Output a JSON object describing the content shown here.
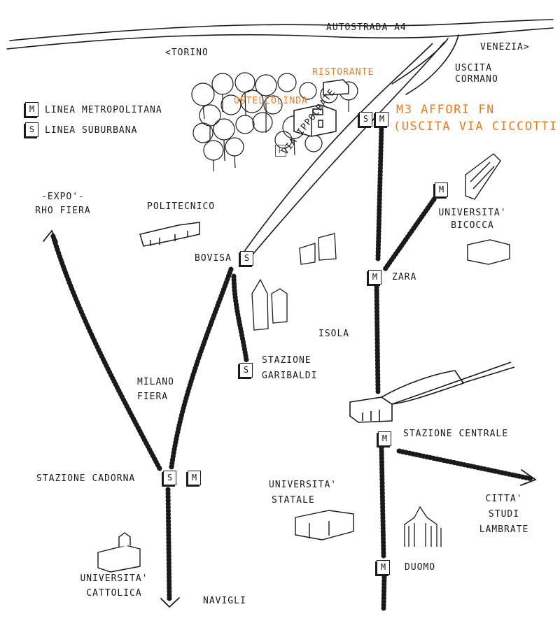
{
  "legend": [
    {
      "badge": "M",
      "label": "LINEA METROPOLITANA"
    },
    {
      "badge": "S",
      "label": "LINEA SUBURBANA"
    }
  ],
  "highway": {
    "name": "AUTOSTRADA A4",
    "left_direction": "<TORINO",
    "right_direction": "VENEZIA>",
    "exit": [
      "USCITA",
      "CORMANO"
    ]
  },
  "venue": {
    "restaurant": "RISTORANTE",
    "hostel": "OSTELLOLINDA",
    "parking": "P"
  },
  "station_highlight": {
    "line1": "M3 AFFORI FN",
    "line2": "(USCITA VIA CICCOTTI)"
  },
  "road": "VIA IPPOCRATE",
  "places": {
    "expo": [
      "-EXPO'-",
      "RHO FIERA"
    ],
    "politecnico": "POLITECNICO",
    "bicocca": [
      "UNIVERSITA'",
      "BICOCCA"
    ],
    "isola": "ISOLA",
    "milano_fiera": [
      "MILANO",
      "FIERA"
    ],
    "statale": [
      "UNIVERSITA'",
      "STATALE"
    ],
    "citta_studi": [
      "CITTA'",
      "STUDI",
      "LAMBRATE"
    ],
    "cattolica": [
      "UNIVERSITA'",
      "CATTOLICA"
    ],
    "navigli": "NAVIGLI"
  },
  "stations": {
    "bovisa": {
      "name": "BOVISA",
      "badge": "S"
    },
    "zara": {
      "name": "ZARA",
      "badge": "M"
    },
    "garibaldi": {
      "name": [
        "STAZIONE",
        "GARIBALDI"
      ],
      "badge": "S"
    },
    "centrale": {
      "name": "STAZIONE CENTRALE",
      "badge": "M"
    },
    "cadorna": {
      "name": "STAZIONE CADORNA",
      "badges": [
        "S",
        "M"
      ]
    },
    "duomo": {
      "name": "DUOMO",
      "badge": "M"
    },
    "bicocca_badge": "M",
    "affori_badges": [
      "S",
      "M"
    ]
  },
  "colors": {
    "ink": "#1a1a1a",
    "accent": "#f07a1a"
  }
}
